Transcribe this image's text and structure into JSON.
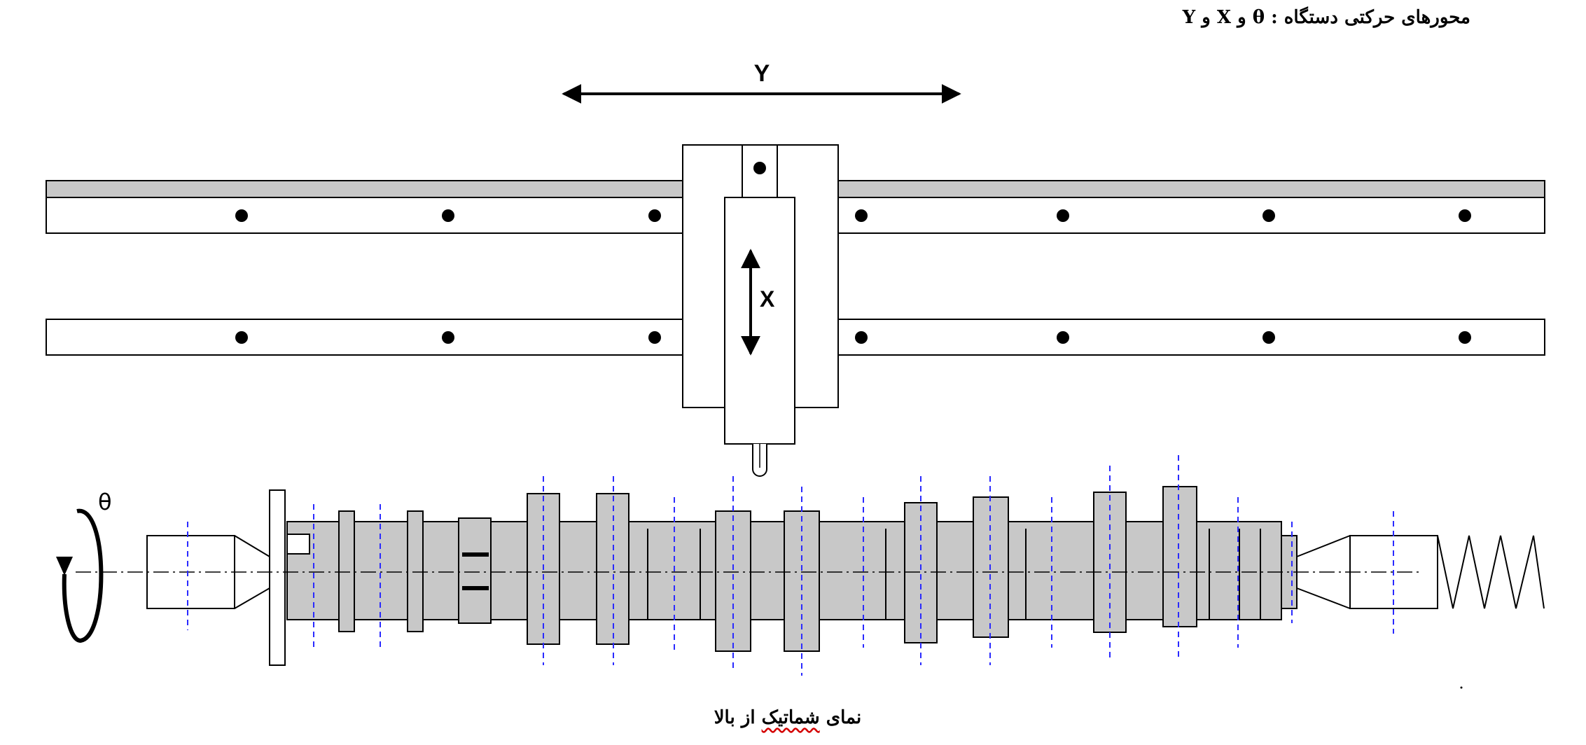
{
  "header": {
    "title": "محورهای حرکتی دستگاه : θ و X و Y"
  },
  "labels": {
    "axis_y": "Y",
    "axis_x": "X",
    "axis_theta": "θ"
  },
  "caption": {
    "prefix": "نمای ",
    "underlined": "شماتیک",
    "suffix": " از بالا"
  },
  "colors": {
    "shaft_fill": "#c8c8c8",
    "rail_top_band": "#c8c8c8",
    "guide_lines": "#2a2aff",
    "stroke": "#000000"
  }
}
